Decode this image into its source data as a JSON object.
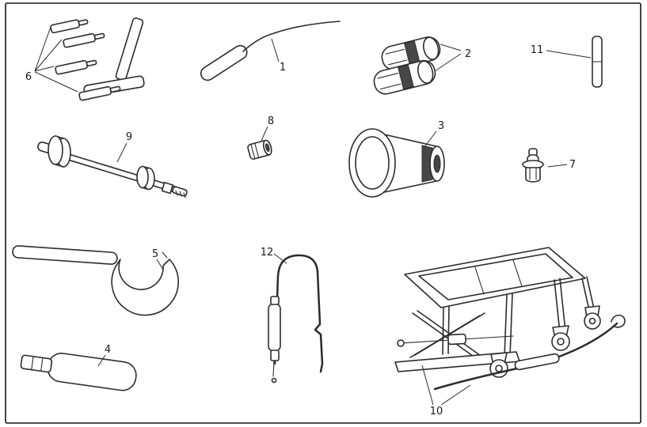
{
  "diagram": {
    "colors": {
      "background": "#ffffff",
      "ink": "#2c2c2c"
    },
    "callouts": [
      {
        "id": "callout-6",
        "num": "6"
      },
      {
        "id": "callout-1",
        "num": "1"
      },
      {
        "id": "callout-2",
        "num": "2"
      },
      {
        "id": "callout-11",
        "num": "11"
      },
      {
        "id": "callout-8",
        "num": "8"
      },
      {
        "id": "callout-9",
        "num": "9"
      },
      {
        "id": "callout-3",
        "num": "3"
      },
      {
        "id": "callout-7",
        "num": "7"
      },
      {
        "id": "callout-5",
        "num": "5"
      },
      {
        "id": "callout-12",
        "num": "12"
      },
      {
        "id": "callout-4",
        "num": "4"
      },
      {
        "id": "callout-10",
        "num": "10"
      }
    ]
  }
}
